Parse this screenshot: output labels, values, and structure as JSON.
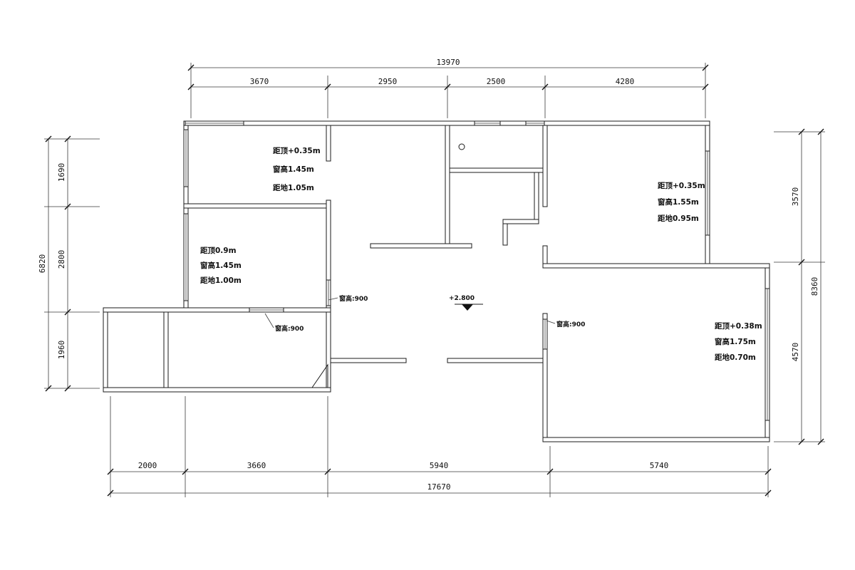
{
  "drawing": {
    "colors": {
      "line": "#1b1b1b",
      "background": "#ffffff"
    },
    "dims_top": {
      "overall": "13970",
      "seg": [
        "3670",
        "2950",
        "2500",
        "4280"
      ]
    },
    "dims_left": {
      "overall": "6820",
      "seg": [
        "1690",
        "2800",
        "1960"
      ]
    },
    "dims_right": {
      "overall": "8360",
      "seg": [
        "3570",
        "4570"
      ]
    },
    "dims_bottom": {
      "overall": "17670",
      "seg": [
        "2000",
        "3660",
        "5940",
        "5740"
      ]
    },
    "notes": {
      "room_topleft": [
        "距顶+0.35m",
        "窗高1.45m",
        "距地1.05m"
      ],
      "room_midleft": [
        "距顶0.9m",
        "窗高1.45m",
        "距地1.00m"
      ],
      "room_topright": [
        "距顶+0.35m",
        "窗高1.55m",
        "距地0.95m"
      ],
      "room_bottomright": [
        "距顶+0.38m",
        "窗高1.75m",
        "距地0.70m"
      ],
      "window_height_1": "窗高:900",
      "window_height_2": "窗高:900",
      "window_height_3": "窗高:900",
      "level": "+2.800"
    }
  }
}
